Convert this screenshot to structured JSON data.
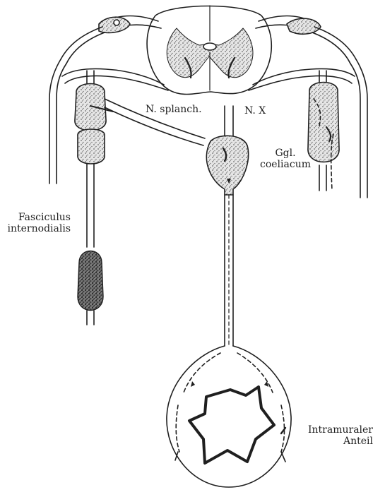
{
  "labels": {
    "n_splanch": "N. splanch.",
    "n_x": "N. X",
    "ggl_line1": "Ggl.",
    "ggl_line2": "coeliacum",
    "fasc_line1": "Fasciculus",
    "fasc_line2": "internodialis",
    "intra_line1": "Intramuraler",
    "intra_line2": "Anteil"
  },
  "colors": {
    "ink": "#1f1f1f",
    "stipple": "#6a6a6a",
    "dark_node": "#3a3a3a",
    "paper": "#ffffff"
  }
}
